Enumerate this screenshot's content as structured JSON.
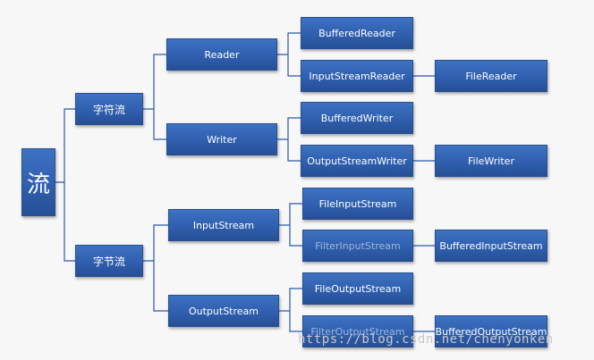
{
  "diagram": {
    "root": "流",
    "char_stream": {
      "label": "字符流",
      "reader": {
        "label": "Reader",
        "children": [
          "BufferedReader",
          "InputStreamReader",
          "FileReader"
        ]
      },
      "writer": {
        "label": "Writer",
        "children": [
          "BufferedWriter",
          "OutputStreamWriter",
          "FileWriter"
        ]
      }
    },
    "byte_stream": {
      "label": "字节流",
      "input": {
        "label": "InputStream",
        "children": [
          "FileInputStream",
          "FilterInputStream",
          "BufferedInputStream"
        ]
      },
      "output": {
        "label": "OutputStream",
        "children": [
          "FileOutputStream",
          "FilterOutputStream",
          "BufferedOutputStream"
        ]
      }
    },
    "colors": {
      "box": "#3a6cc0",
      "box_border": "#25508f",
      "connector": "#2a5aa8",
      "text": "#ffffff",
      "dimmed_text": "#9fb6dc"
    }
  },
  "watermark": "https://blog.csdn.net/chenyonken"
}
